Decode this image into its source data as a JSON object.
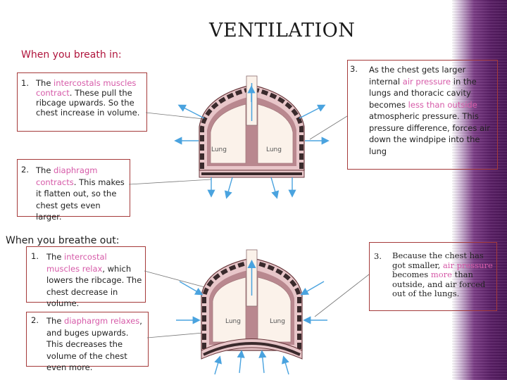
{
  "title": "VENTILATION",
  "inhale": {
    "heading": "When you breath in:",
    "p1": {
      "num": "1.",
      "a": "The ",
      "b": "intercostals muscles contract",
      "c": ". These pull the ribcage upwards. So the chest increase in volume."
    },
    "p2": {
      "num": "2.",
      "a": "The ",
      "b": "diaphragm contracts",
      "c": ". This makes it flatten out, so the chest gets even larger."
    },
    "p3": {
      "num": "3.",
      "a": "As the chest gets larger internal ",
      "b": "air pressure",
      "c": " in the lungs and thoracic cavity becomes ",
      "d": "less than outside",
      "e": " atmospheric pressure. This pressure difference, forces air down the windpipe into the lung"
    },
    "diagram": {
      "lung_left": "Lung",
      "lung_right": "Lung"
    }
  },
  "exhale": {
    "heading": "When you breathe out:",
    "p1": {
      "num": "1.",
      "a": "The ",
      "b": "intercostal muscles relax",
      "c": ", which lowers the ribcage. The chest decrease in volume."
    },
    "p2": {
      "num": "2.",
      "a": "The ",
      "b": "diaphargm relaxes",
      "c": ", and buges upwards. This decreases the volume of the chest even more."
    },
    "p3": {
      "num": "3.",
      "a": "Because the chest has got smaller, ",
      "b": "air pressure",
      "c": " becomes ",
      "d": "more",
      "e": " than outside, and air forced out of the lungs."
    },
    "diagram": {
      "lung_left": "Lung",
      "lung_right": "Lung"
    }
  },
  "colors": {
    "highlight": "#d65aa8",
    "border": "#a53a3a",
    "lung_fill": "#e8c6c9",
    "cavity": "#b9888f",
    "arrow": "#4aa3df"
  }
}
